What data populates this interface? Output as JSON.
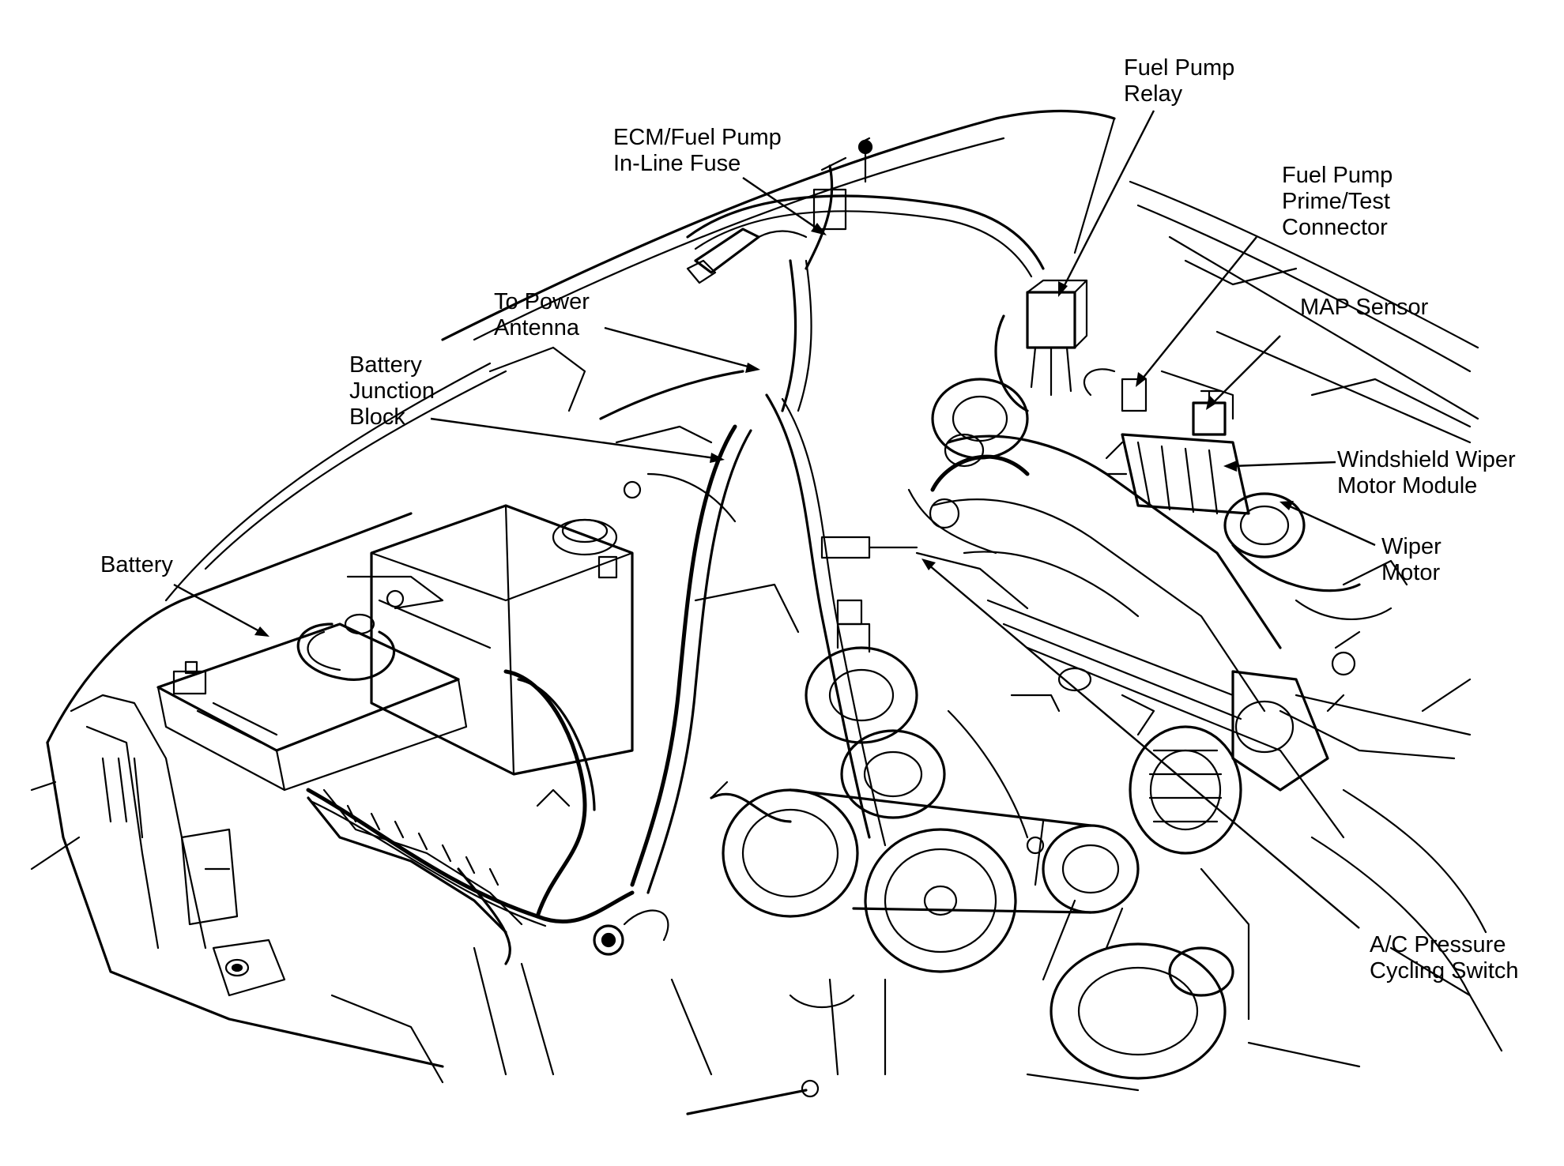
{
  "labels": {
    "fuel_pump_relay": [
      "Fuel Pump",
      "Relay"
    ],
    "ecm_fuse": [
      "ECM/Fuel Pump",
      "In-Line Fuse"
    ],
    "prime_test": [
      "Fuel Pump",
      "Prime/Test",
      "Connector"
    ],
    "map_sensor": [
      "MAP Sensor"
    ],
    "power_antenna": [
      "To Power",
      "Antenna"
    ],
    "junction_block": [
      "Battery",
      "Junction",
      "Block"
    ],
    "wiper_module": [
      "Windshield Wiper",
      "Motor Module"
    ],
    "wiper_motor": [
      "Wiper",
      "Motor"
    ],
    "battery": [
      "Battery"
    ],
    "ac_switch": [
      "A/C Pressure",
      "Cycling Switch"
    ]
  }
}
